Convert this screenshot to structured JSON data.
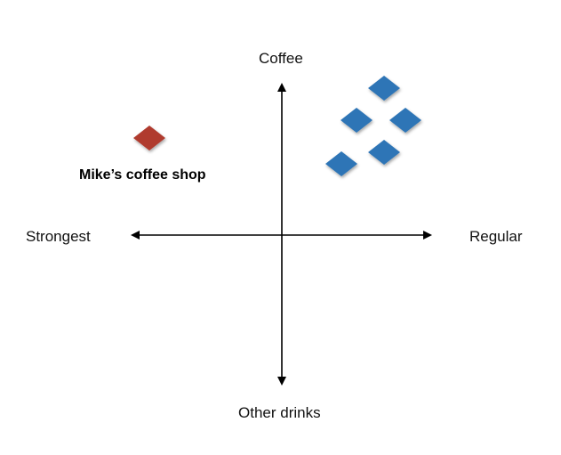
{
  "axes": {
    "top_label": "Coffee",
    "bottom_label": "Other drinks",
    "left_label": "Strongest",
    "right_label": "Regular"
  },
  "highlight": {
    "label": "Mike’s coffee shop",
    "color": "#b03a2e"
  },
  "competitor_color": "#2e75b6",
  "axis_color": "#000000"
}
